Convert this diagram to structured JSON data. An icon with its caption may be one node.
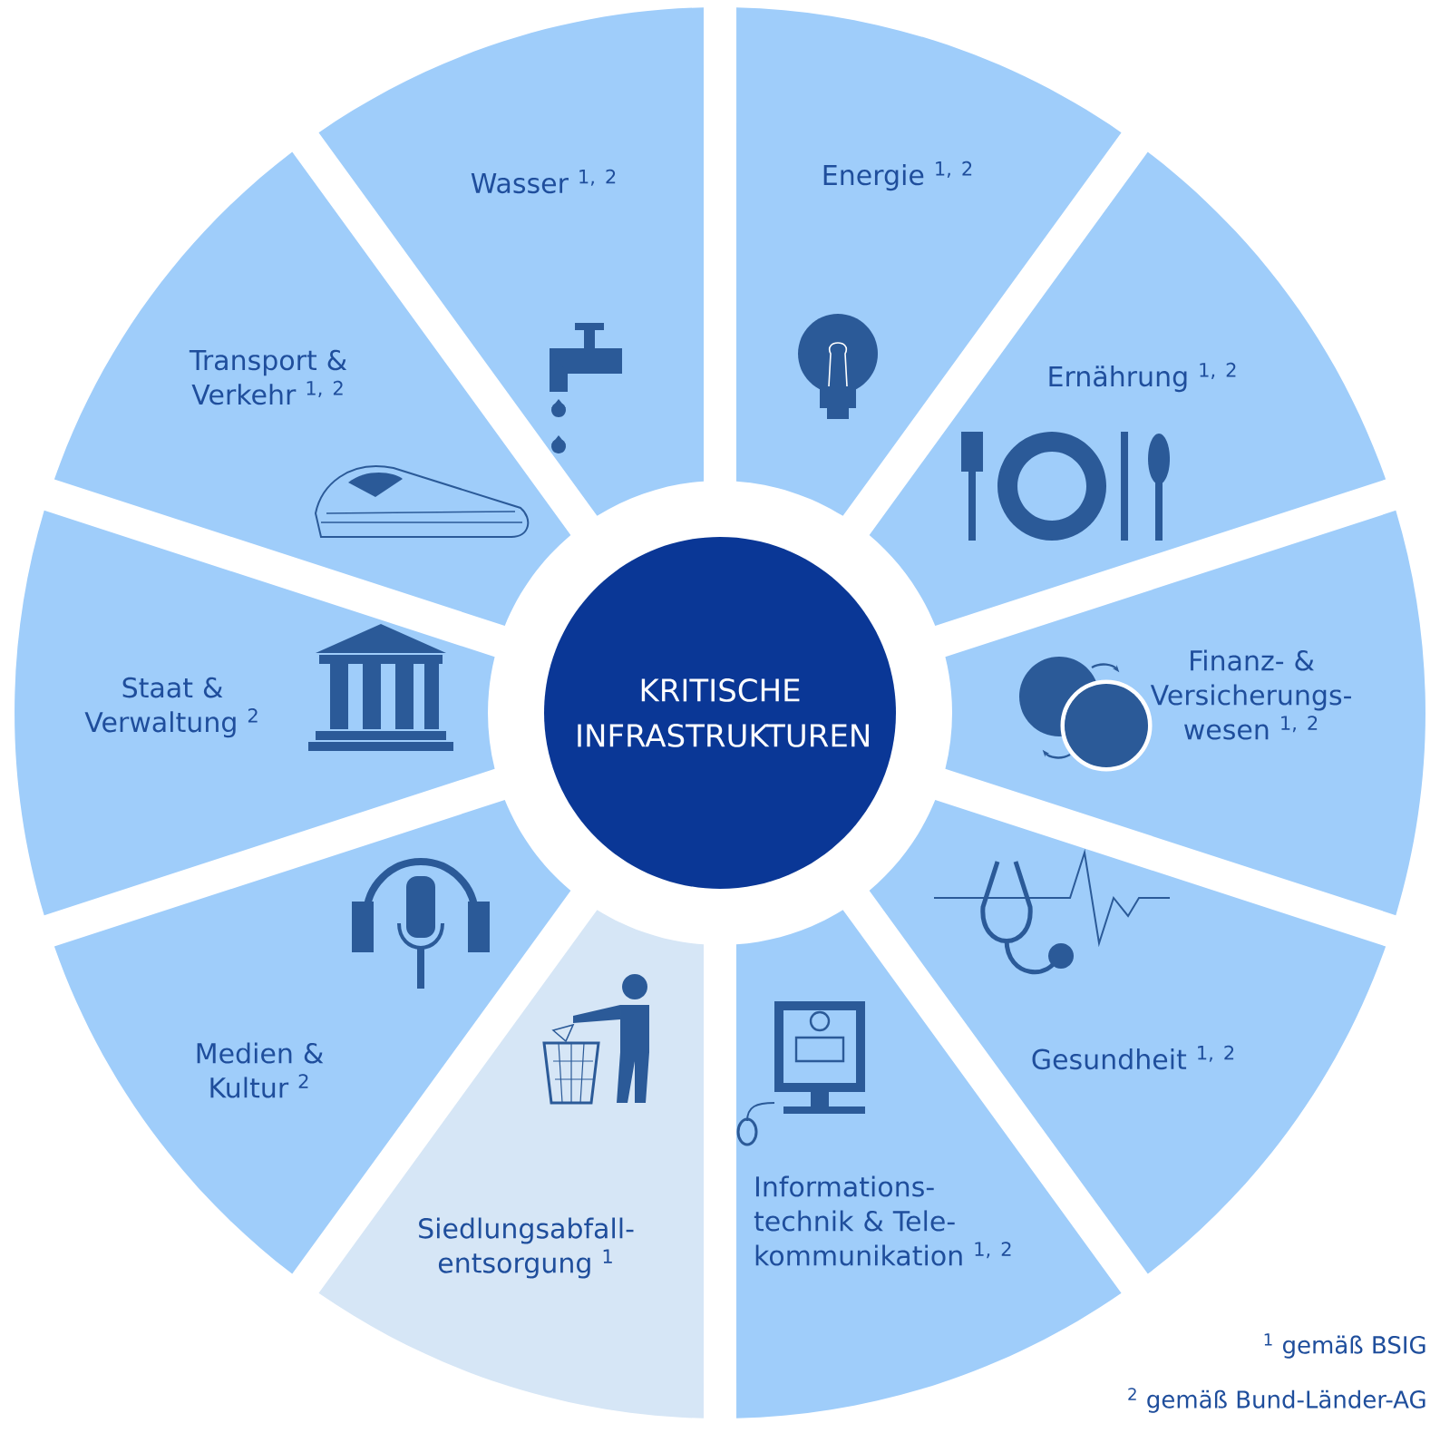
{
  "diagram": {
    "nodes": [
      {
        "text": [
          "KRITISCHE INFRASTRUKTUREN"
        ]
      },
      {
        "text": [
          "Wasser $^{1, 2}$"
        ]
      },
      {
        "text": [
          "Energie $^{1, 2}$"
        ]
      },
      {
        "text": [
          "Ernährung $^{1, 2}$"
        ]
      },
      {
        "text": [
          "Finanz- & Versicherungs- wesen $^{1, 2}$"
        ]
      },
      {
        "text": [
          "Gesundheit $^{1, 2}$"
        ]
      },
      {
        "text": [
          "Informations- technik & Tele- kommunikation $^{1, 2}$"
        ]
      },
      {
        "text": [
          "Siedlungsabfall- entsorgung $^{1}$"
        ]
      },
      {
        "text": [
          "Medien & Kultur $^{2}$"
        ]
      },
      {
        "text": [
          "Staat & Verwaltung $^{2}$"
        ]
      },
      {
        "text": [
          "Transport & Verkehr $^{1, 2}$"
        ]
      }
    ],
    "labels": [
      "$^{1}$ gemäß BSIG",
      "$^{2}$ gemäß Bund-Länder-AG"
    ]
  }
}
